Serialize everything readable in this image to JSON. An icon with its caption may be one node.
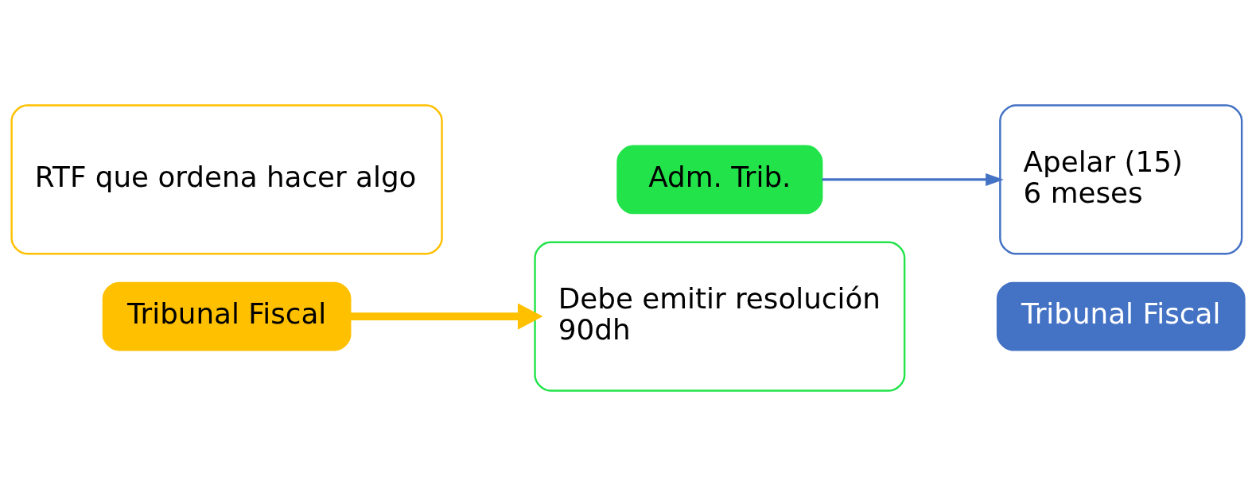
{
  "diagram": {
    "nodes": [
      {
        "text": [
          "RTF que ordena hacer algo"
        ]
      },
      {
        "text": [
          "Tribunal Fiscal"
        ]
      },
      {
        "text": [
          "Debe emitir resolución",
          "90dh"
        ]
      },
      {
        "text": [
          "Adm. Trib."
        ]
      },
      {
        "text": [
          "Apelar (15)",
          "6 meses"
        ]
      },
      {
        "text": [
          "Tribunal Fiscal"
        ]
      }
    ],
    "edges": [
      {
        "from": 1,
        "to": 2,
        "arrow": "to",
        "style": "thick",
        "color": "#ffc000"
      },
      {
        "from": 3,
        "to": 4,
        "arrow": "to",
        "color": "#4472c4"
      }
    ]
  }
}
